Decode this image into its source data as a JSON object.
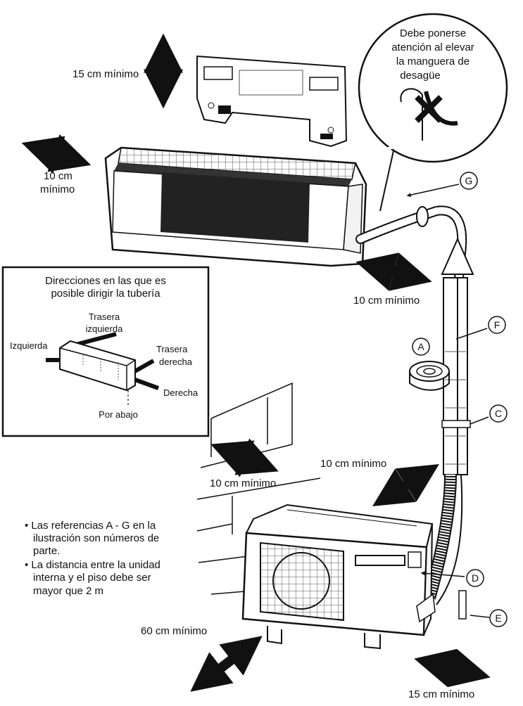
{
  "clearance_labels": {
    "top": "15 cm mínimo",
    "left_line1": "10 cm",
    "left_line2": "mínimo",
    "right_indoor": "10 cm mínimo",
    "wall": "10 cm mínimo",
    "outdoor_right": "10 cm mínimo",
    "front": "60 cm mínimo",
    "side": "15 cm mínimo"
  },
  "callout_lines": [
    "Debe ponerse",
    "atención al elevar",
    "la manguera de",
    "desagüe"
  ],
  "direction_box": {
    "title_line1": "Direcciones en las que es",
    "title_line2": "posible dirigir la tubería",
    "rear_left_line1": "Trasera",
    "rear_left_line2": "izquierda",
    "left": "Izquierda",
    "rear_right_line1": "Trasera",
    "rear_right_line2": "derecha",
    "right": "Derecha",
    "bottom": "Por abajo"
  },
  "part_refs": [
    "A",
    "C",
    "D",
    "E",
    "F",
    "G"
  ],
  "notes": [
    [
      "• Las referencias A - G en la",
      "ilustración son números de",
      "parte."
    ],
    [
      "• La distancia entre la unidad",
      "interna y el piso debe ser",
      "mayor que 2 m"
    ]
  ],
  "colors": {
    "ink": "#111111",
    "grey": "#8a8a8a",
    "light": "#d0d0d0"
  }
}
